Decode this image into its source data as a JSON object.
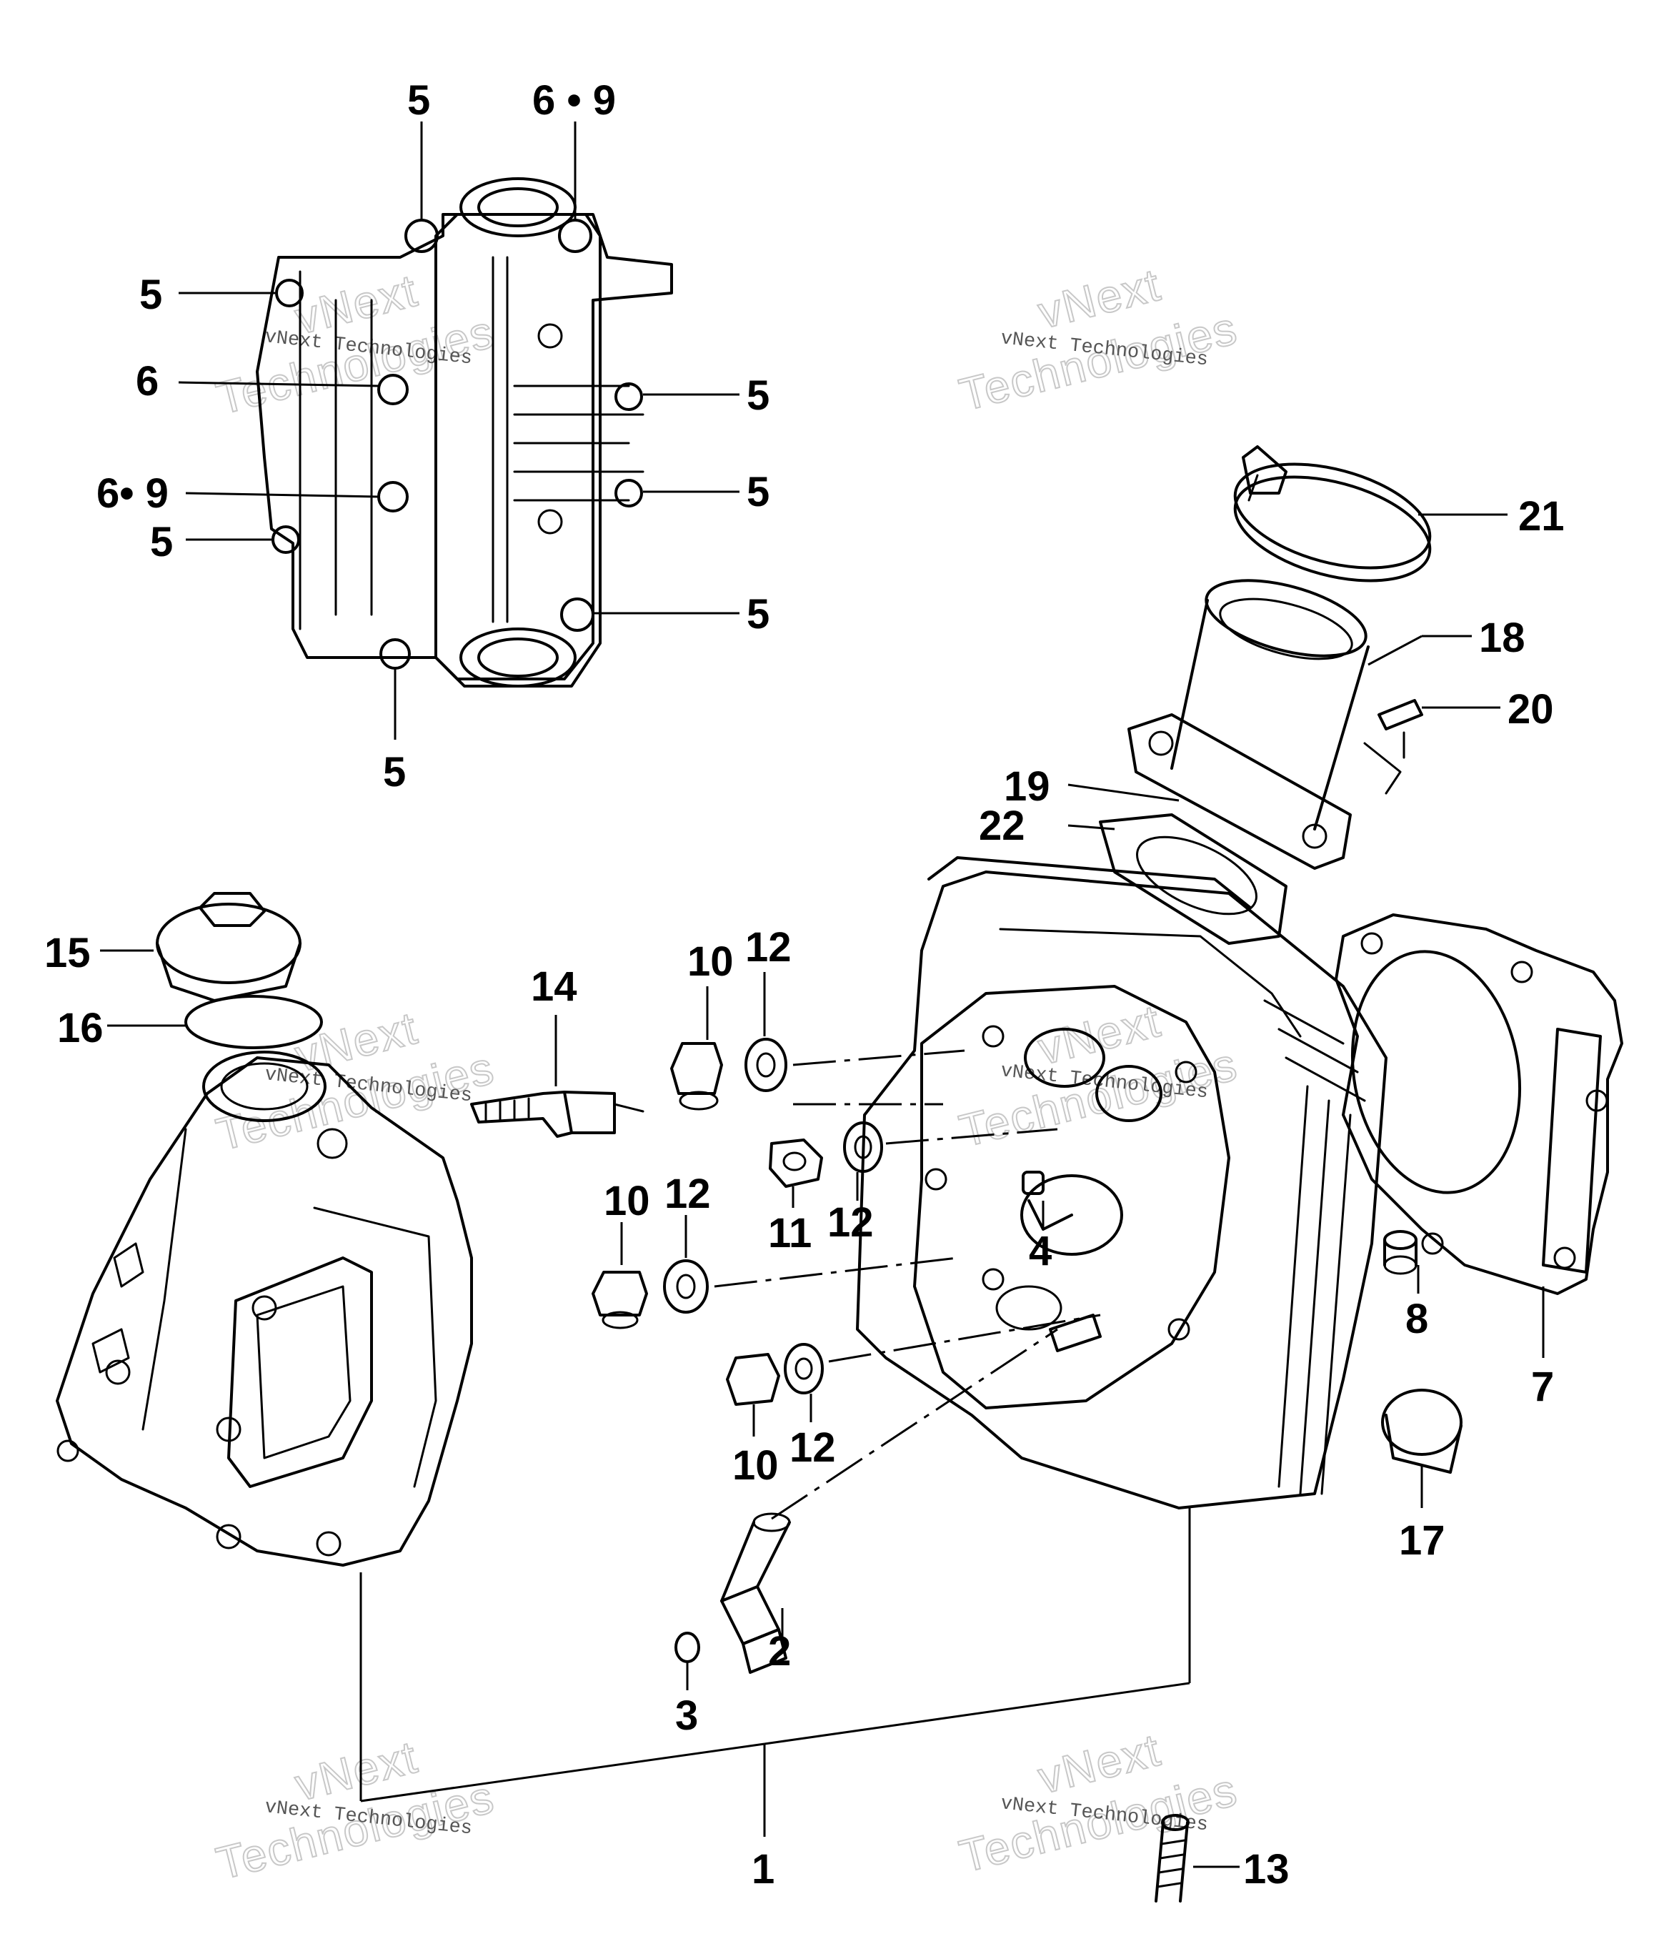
{
  "callouts": {
    "c5_top": "5",
    "c69_top": "6 • 9",
    "c5_left1": "5",
    "c6_left": "6",
    "c69_left": "6• 9",
    "c5_left2": "5",
    "c5_right1": "5",
    "c5_right2": "5",
    "c5_right3": "5",
    "c5_bottom": "5",
    "c21": "21",
    "c18": "18",
    "c20": "20",
    "c19": "19",
    "c22": "22",
    "c15": "15",
    "c16": "16",
    "c14": "14",
    "c10a": "10",
    "c12a": "12",
    "c10b": "10",
    "c12b": "12",
    "c11": "11",
    "c12c": "12",
    "c4": "4",
    "c8": "8",
    "c7": "7",
    "c10c": "10",
    "c12d": "12",
    "c17": "17",
    "c2": "2",
    "c3": "3",
    "c1": "1",
    "c13": "13"
  },
  "watermark": {
    "line_small": "vNext Technologies",
    "brand": "vNext",
    "word": "Technologies"
  }
}
